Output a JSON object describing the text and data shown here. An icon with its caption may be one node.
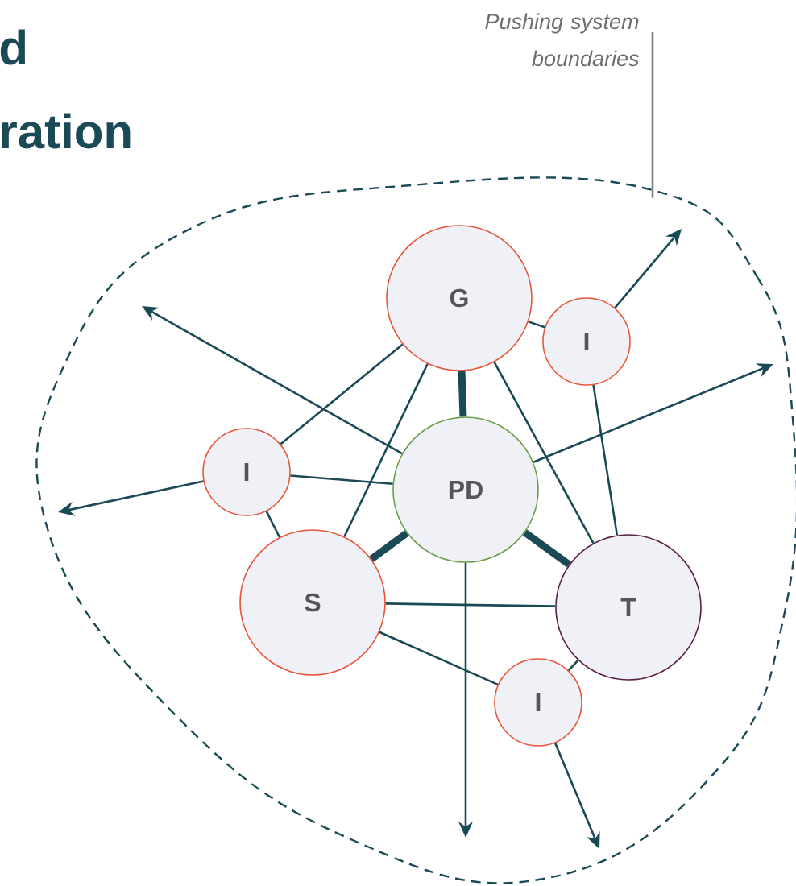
{
  "diagram": {
    "title": "d ration",
    "nodes": [
      {
        "text": [
          "Pushing system boundaries"
        ]
      },
      {
        "text": [],
        "shape": "cloud"
      },
      {
        "text": [
          "G"
        ],
        "in": 1
      },
      {
        "text": [
          "I"
        ],
        "in": 1
      },
      {
        "text": [
          "I"
        ],
        "in": 1
      },
      {
        "text": [
          "PD"
        ],
        "in": 1
      },
      {
        "text": [
          "S"
        ],
        "in": 1
      },
      {
        "text": [
          "T"
        ],
        "in": 1
      },
      {
        "text": [
          "I"
        ],
        "in": 1
      }
    ],
    "edges": [
      {
        "from": 2,
        "to": 5,
        "arrow": "none",
        "style": "thick"
      },
      {
        "from": 5,
        "to": 6,
        "arrow": "none",
        "style": "thick"
      },
      {
        "from": 5,
        "to": 7,
        "arrow": "none",
        "style": "thick"
      },
      {
        "from": 2,
        "to": 3,
        "arrow": "none"
      },
      {
        "from": 2,
        "to": 4,
        "arrow": "none"
      },
      {
        "from": 2,
        "to": 6,
        "arrow": "none"
      },
      {
        "from": 2,
        "to": 7,
        "arrow": "none"
      },
      {
        "from": 3,
        "to": 7,
        "arrow": "none"
      },
      {
        "from": 3,
        "to": null,
        "arrow": "to"
      },
      {
        "from": 4,
        "to": 5,
        "arrow": "none"
      },
      {
        "from": 4,
        "to": 6,
        "arrow": "none"
      },
      {
        "from": 4,
        "to": null,
        "arrow": "to"
      },
      {
        "from": 5,
        "to": null,
        "arrow": "to"
      },
      {
        "from": 5,
        "to": null,
        "arrow": "to"
      },
      {
        "from": 5,
        "to": null,
        "arrow": "to"
      },
      {
        "from": 6,
        "to": 7,
        "arrow": "none"
      },
      {
        "from": 6,
        "to": 8,
        "arrow": "none"
      },
      {
        "from": 8,
        "to": 7,
        "arrow": "none"
      },
      {
        "from": 8,
        "to": null,
        "arrow": "to"
      },
      {
        "from": 0,
        "to": 1,
        "arrow": "none",
        "color": "#808080"
      }
    ]
  }
}
